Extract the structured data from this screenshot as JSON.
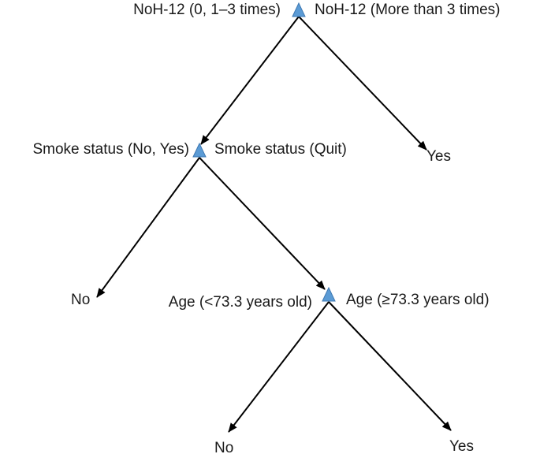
{
  "colors": {
    "node_fill": "#5b9bd5",
    "node_stroke": "#3e78b2",
    "edge": "#000000",
    "text": "#1a1a1a"
  },
  "nodes": {
    "root": {
      "left_label": "NoH-12 (0, 1–3 times)",
      "right_label": "NoH-12 (More than 3 times)"
    },
    "smoke": {
      "left_label": "Smoke status (No, Yes)",
      "right_label": "Smoke status (Quit)"
    },
    "age": {
      "left_label": "Age (<73.3 years old)",
      "right_label": "Age (≥73.3 years old)"
    }
  },
  "leaves": {
    "root_right": "Yes",
    "smoke_left": "No",
    "age_left": "No",
    "age_right": "Yes"
  }
}
